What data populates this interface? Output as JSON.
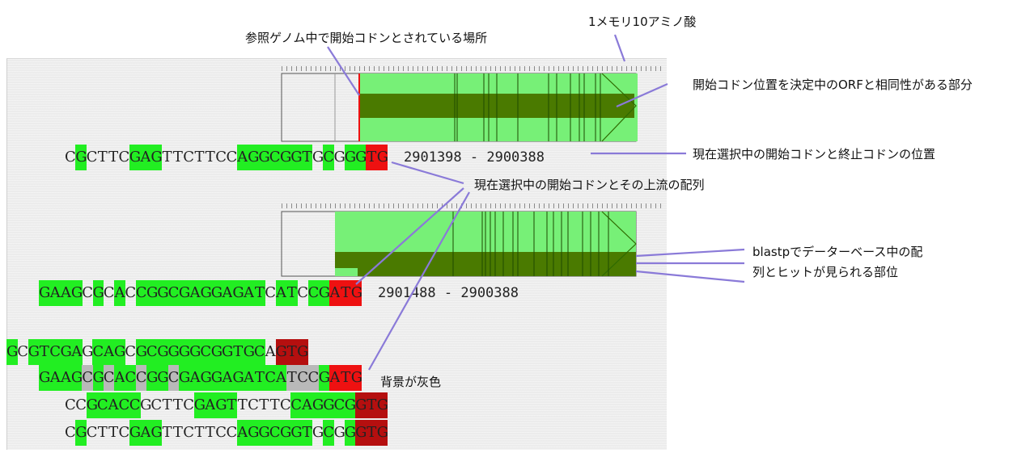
{
  "annotations": {
    "scale": "1メモリ10アミノ酸",
    "ref_start_codon": "参照ゲノム中で開始コドンとされている場所",
    "homology_region": "開始コドン位置を決定中のORFと相同性がある部分",
    "current_codons_position": "現在選択中の開始コドンと終止コドンの位置",
    "current_codon_upstream": "現在選択中の開始コドンとその上流の配列",
    "blastp_hit_line1": "blastpでデーターベース中の配",
    "blastp_hit_line2": "列とヒットが見られる部位",
    "gray_background": "背景が灰色"
  },
  "rows": [
    {
      "sequence": "CGCTTCGAGTTCTTCCAGGCGGTGCGGGTG",
      "marks": "wgwwwwgggwwwwwwwgggggggwgwggrrr",
      "coordinates": "2901398 - 2900388"
    },
    {
      "sequence": "GAAGCGCACCGGCGAGGAGATCATCCGATG",
      "marks": "ggggwgwgwggggggggggggwggwggrrr",
      "coordinates": "2901488 - 2900388"
    }
  ],
  "alignment": [
    {
      "sequence": "GCGTCGAGCAGCGCGGGGCGGTGCAGTG",
      "marks": "gwgggggwgggwggggggggggggwdddd"
    },
    {
      "sequence": "GAAGCGCACCGGCGAGGAGATCATCCGATG",
      "marks": "ggggygyggyggyggggggggggyyygrrr"
    },
    {
      "sequence": "CCGCACCGCTTCGAGTTCTTCCAGGCGGTG",
      "marks": "wwgggggwwwwwggggwwwwwggggggddd"
    },
    {
      "sequence": "CGCTTCGAGTTCTTCCAGGCGGTGCGGGTG",
      "marks": "wgwwwwgggwwwwwwwgggggggwgwgddd"
    }
  ],
  "colors": {
    "hit_light": "#77f077",
    "hit_dark": "#4a7a00",
    "highlight_red": "#ee1111",
    "dark_red": "#b50f0f",
    "nucleotide_green": "#22ee22",
    "gray_bg": "#b9b9b9",
    "leader_line": "#8a7ad8"
  }
}
